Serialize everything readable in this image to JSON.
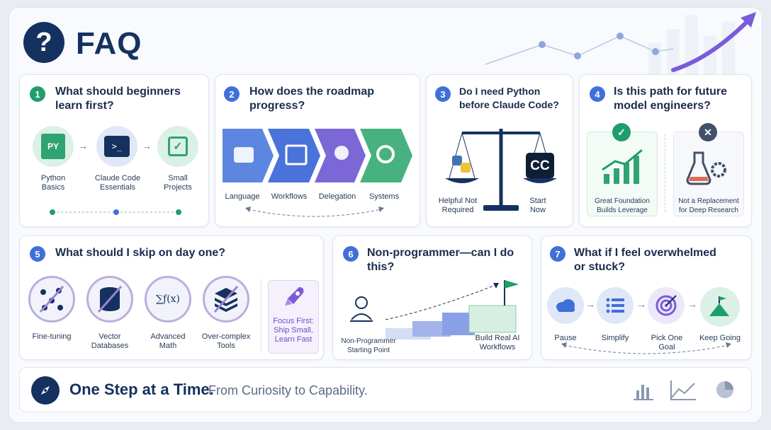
{
  "header": {
    "title": "FAQ",
    "icon": "question-icon"
  },
  "cards": [
    {
      "num": "1",
      "question": "What should beginners learn first?",
      "steps": [
        {
          "icon_text": "PY",
          "label": "Python Basics"
        },
        {
          "label": "Claude Code Essentials"
        },
        {
          "label": "Small Projects"
        }
      ]
    },
    {
      "num": "2",
      "question": "How does the roadmap progress?",
      "steps": [
        {
          "label": "Language"
        },
        {
          "label": "Workflows"
        },
        {
          "label": "Delegation"
        },
        {
          "label": "Systems"
        }
      ]
    },
    {
      "num": "3",
      "question": "Do I need Python before Claude Code?",
      "left_label": "Helpful Not Required",
      "right_icon_text": "CC",
      "right_label": "Start Now"
    },
    {
      "num": "4",
      "question": "Is this path for future model engineers?",
      "yes_label": "Great Foundation Builds Leverage",
      "no_label": "Not a Replacement for Deep Research"
    },
    {
      "num": "5",
      "question": "What should I skip on day one?",
      "skips": [
        {
          "label": "Fine-tuning"
        },
        {
          "label": "Vector Databases"
        },
        {
          "label": "Advanced Math",
          "icon_text": "∑ƒ(x)"
        },
        {
          "label": "Over-complex Tools"
        }
      ],
      "focus": "Focus First: Ship Small, Learn Fast"
    },
    {
      "num": "6",
      "question": "Non-programmer—can I do this?",
      "start_label": "Non-Programmer Starting Point",
      "end_label": "Build Real AI Workflows"
    },
    {
      "num": "7",
      "question": "What if I feel overwhelmed or stuck?",
      "steps": [
        {
          "label": "Pause"
        },
        {
          "label": "Simplify"
        },
        {
          "label": "Pick One Goal"
        },
        {
          "label": "Keep Going"
        }
      ]
    }
  ],
  "footer": {
    "tagline_bold": "One Step at a Time.",
    "tagline_rest": "From Curiosity to Capability."
  },
  "colors": {
    "navy": "#15315f",
    "green": "#1f9d6b",
    "blue": "#3f6fd8",
    "purple": "#7a5bd9"
  }
}
